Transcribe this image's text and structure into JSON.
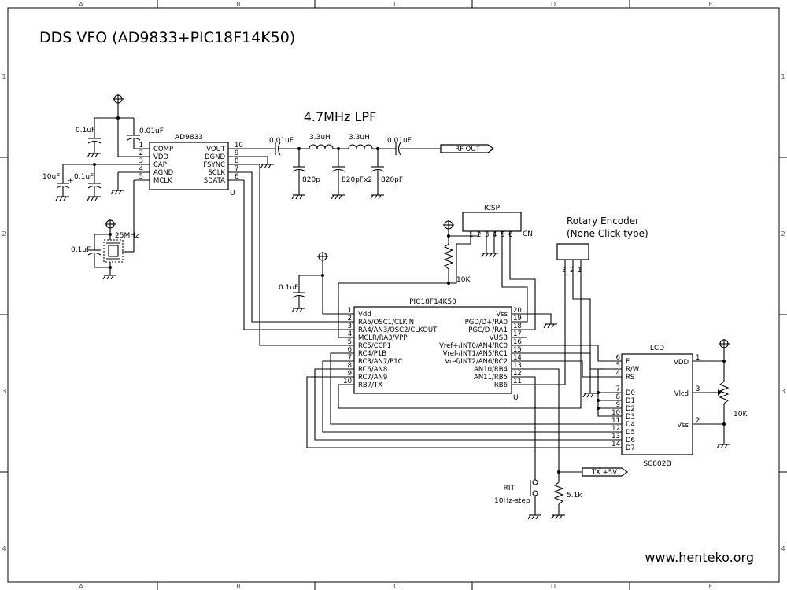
{
  "title": "DDS VFO (AD9833+PIC18F14K50)",
  "website": "www.henteko.org",
  "frame": {
    "columns": [
      "A",
      "B",
      "C",
      "D",
      "E"
    ],
    "rows": [
      "1",
      "2",
      "3",
      "4"
    ]
  },
  "lpf_label": "4.7MHz LPF",
  "ad9833": {
    "name": "AD9833",
    "suffix": "U",
    "left_pins": [
      {
        "num": "1",
        "name": "COMP"
      },
      {
        "num": "2",
        "name": "VDD"
      },
      {
        "num": "3",
        "name": "CAP"
      },
      {
        "num": "4",
        "name": "AGND"
      },
      {
        "num": "5",
        "name": "MCLK"
      }
    ],
    "right_pins": [
      {
        "num": "10",
        "name": "VOUT"
      },
      {
        "num": "9",
        "name": "DGND"
      },
      {
        "num": "8",
        "name": "FSYNC"
      },
      {
        "num": "7",
        "name": "SCLK"
      },
      {
        "num": "6",
        "name": "SDATA"
      }
    ]
  },
  "pic": {
    "name": "PIC18F14K50",
    "suffix": "U",
    "left_pins": [
      {
        "num": "1",
        "name": "Vdd"
      },
      {
        "num": "2",
        "name": "RA5/OSC1/CLKIN"
      },
      {
        "num": "3",
        "name": "RA4/AN3/OSC2/CLKOUT"
      },
      {
        "num": "4",
        "name": "MCLR/RA3/VPP"
      },
      {
        "num": "5",
        "name": "RC5/CCP1"
      },
      {
        "num": "6",
        "name": "RC4/P1B"
      },
      {
        "num": "7",
        "name": "RC3/AN7/P1C"
      },
      {
        "num": "8",
        "name": "RC6/AN8"
      },
      {
        "num": "9",
        "name": "RC7/AN9"
      },
      {
        "num": "10",
        "name": "RB7/TX"
      }
    ],
    "right_pins": [
      {
        "num": "20",
        "name": "Vss"
      },
      {
        "num": "19",
        "name": "PGD/D+/RA0"
      },
      {
        "num": "18",
        "name": "PGC/D-/RA1"
      },
      {
        "num": "17",
        "name": "VUSB"
      },
      {
        "num": "16",
        "name": "Vref+/INT0/AN4/RC0"
      },
      {
        "num": "15",
        "name": "Vref-/INT1/AN5/RC1"
      },
      {
        "num": "14",
        "name": "Vref/INT2/AN6/RC2"
      },
      {
        "num": "13",
        "name": "AN10/RB4"
      },
      {
        "num": "12",
        "name": "AN11/RB5"
      },
      {
        "num": "11",
        "name": "RB6"
      }
    ]
  },
  "lcd": {
    "name": "LCD",
    "part": "SC802B",
    "left_pins": [
      {
        "num": "6",
        "name": "E"
      },
      {
        "num": "5",
        "name": "R/W"
      },
      {
        "num": "4",
        "name": "RS"
      },
      {
        "num": "7",
        "name": "D0"
      },
      {
        "num": "8",
        "name": "D1"
      },
      {
        "num": "9",
        "name": "D2"
      },
      {
        "num": "10",
        "name": "D3"
      },
      {
        "num": "11",
        "name": "D4"
      },
      {
        "num": "12",
        "name": "D5"
      },
      {
        "num": "13",
        "name": "D6"
      },
      {
        "num": "14",
        "name": "D7"
      }
    ],
    "right_pins": [
      {
        "num": "1",
        "name": "VDD"
      },
      {
        "num": "3",
        "name": "Vlcd"
      },
      {
        "num": "2",
        "name": "Vss"
      }
    ]
  },
  "icsp": {
    "name": "ICSP",
    "suffix": "CN",
    "pins": [
      "1",
      "2",
      "3",
      "4",
      "5",
      "6"
    ]
  },
  "encoder": {
    "line1": "Rotary Encoder",
    "line2": "(None Click type)",
    "pins": [
      "3",
      "2",
      "1"
    ]
  },
  "components": {
    "c_comp": "0.01uF",
    "c_vdd": "0.1uF",
    "c_cap": "0.1uF",
    "c_10u": "10uF",
    "c_osc": "0.1uF",
    "xtal": "25MHz",
    "c_out1": "0.01uF",
    "c_out2": "0.01uF",
    "l1": "3.3uH",
    "l2": "3.3uH",
    "c_f1": "820p",
    "c_f2": "820pFx2",
    "c_f3": "820pF",
    "r_pullup": "10K",
    "c_pic": "0.1uF",
    "r_contrast": "10K",
    "r_tx": "5.1k",
    "rit_name": "RIT",
    "rit_desc": "10Hz-step"
  },
  "ports": {
    "rf_out": "RF OUT",
    "tx": "TX +5V"
  }
}
